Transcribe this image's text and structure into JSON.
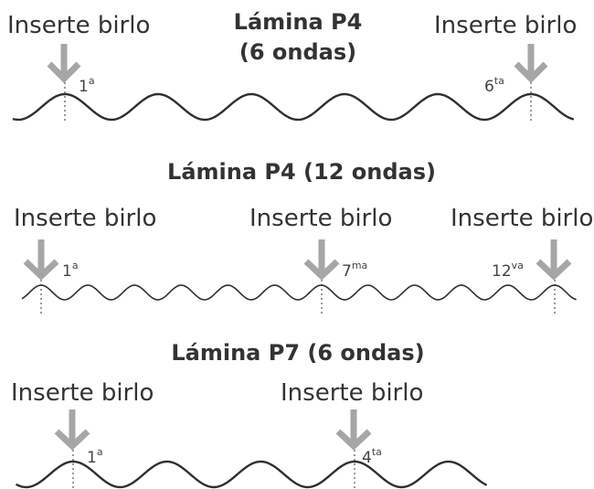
{
  "colors": {
    "text": "#333333",
    "wave": "#2f2f2f",
    "arrow": "#a6a6a6",
    "guide": "#9a9a9a"
  },
  "panels": [
    {
      "title_line1": "Lámina P4",
      "title_line2": "(6 ondas)",
      "waves": 6,
      "labels": [
        {
          "text": "Inserte birlo",
          "num": "1",
          "suffix": "a"
        },
        {
          "text": "Inserte birlo",
          "num": "6",
          "suffix": "ta"
        }
      ]
    },
    {
      "title": "Lámina P4 (12 ondas)",
      "waves": 12,
      "labels": [
        {
          "text": "Inserte birlo",
          "num": "1",
          "suffix": "a"
        },
        {
          "text": "Inserte birlo",
          "num": "7",
          "suffix": "ma"
        },
        {
          "text": "Inserte birlo",
          "num": "12",
          "suffix": "va"
        }
      ]
    },
    {
      "title": "Lámina P7 (6 ondas)",
      "waves": 6,
      "labels": [
        {
          "text": "Inserte birlo",
          "num": "1",
          "suffix": "a"
        },
        {
          "text": "Inserte birlo",
          "num": "4",
          "suffix": "ta"
        }
      ]
    }
  ]
}
